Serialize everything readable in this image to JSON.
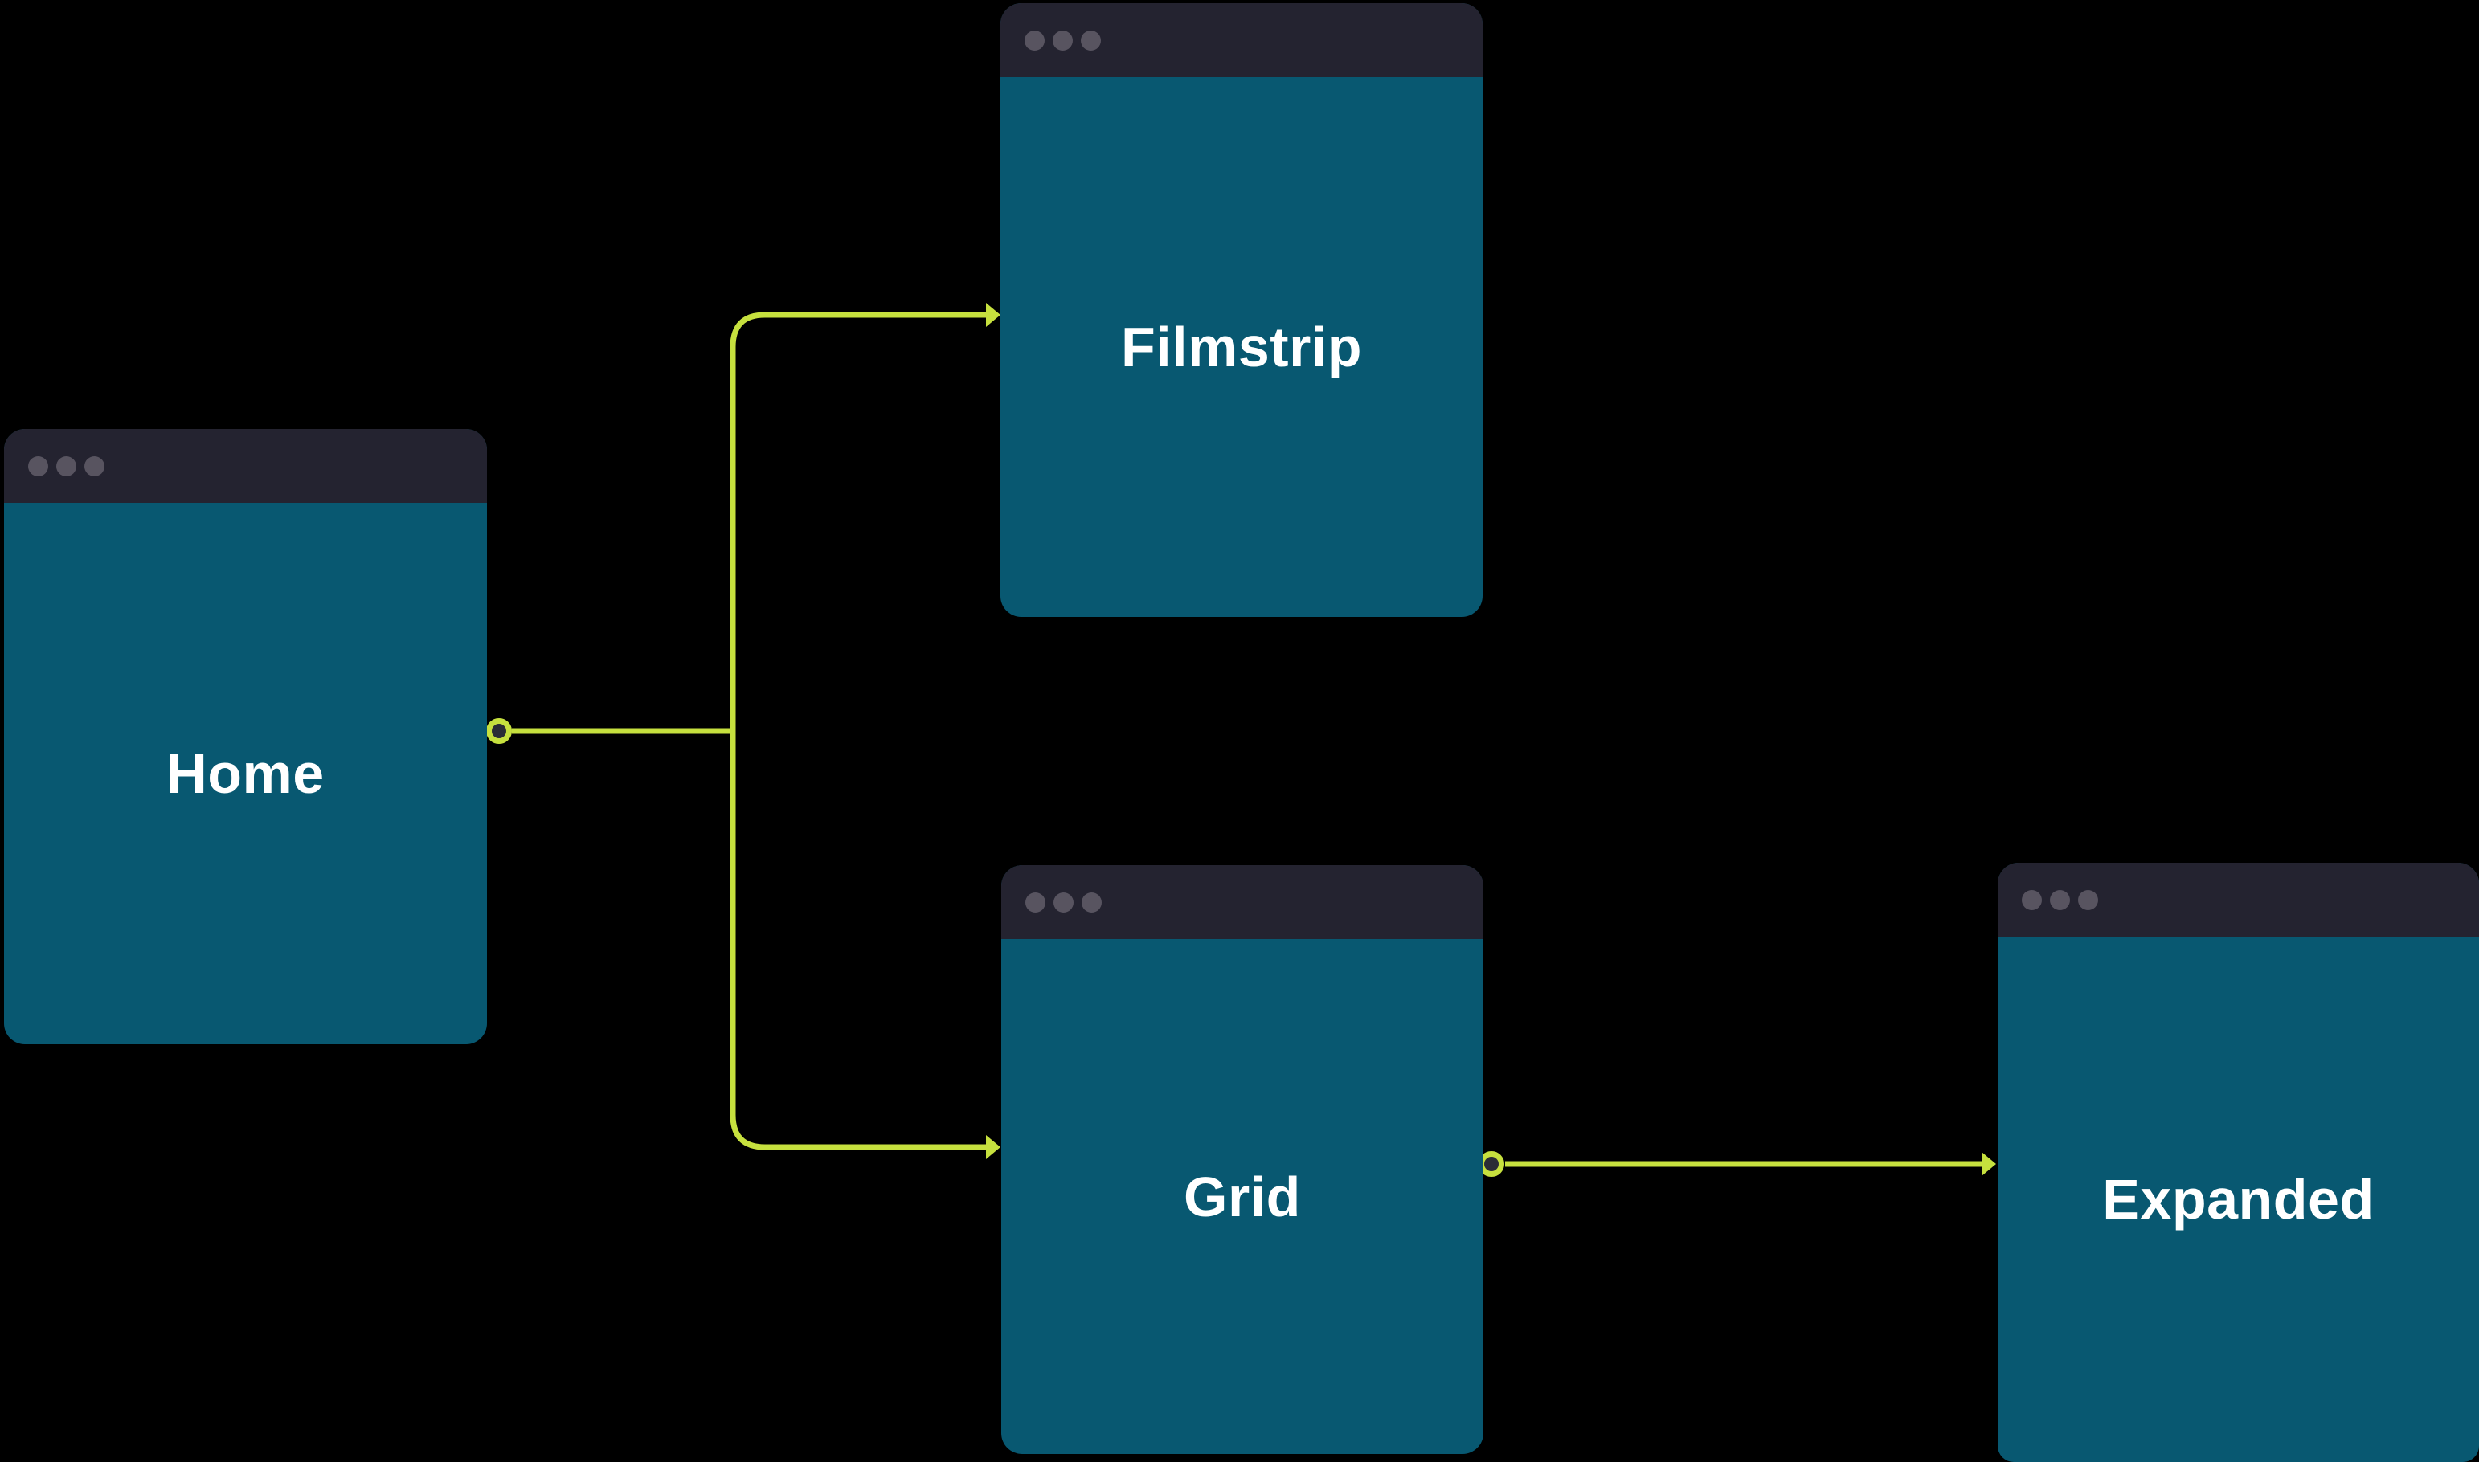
{
  "diagram": {
    "type": "user-flow-sitemap",
    "background_color": "#000000",
    "accent_color": "#c6e03e",
    "card_body_color": "#085871",
    "card_header_color": "#242330",
    "titlebar_dot_color": "#585460",
    "label_color": "#ffffff",
    "handle_fill_color": "#2b2d36",
    "nodes": [
      {
        "id": "home",
        "label": "Home"
      },
      {
        "id": "filmstrip",
        "label": "Filmstrip"
      },
      {
        "id": "grid",
        "label": "Grid"
      },
      {
        "id": "expanded",
        "label": "Expanded"
      }
    ],
    "edges": [
      {
        "from": "home",
        "to": "filmstrip"
      },
      {
        "from": "home",
        "to": "grid"
      },
      {
        "from": "grid",
        "to": "expanded"
      }
    ]
  }
}
